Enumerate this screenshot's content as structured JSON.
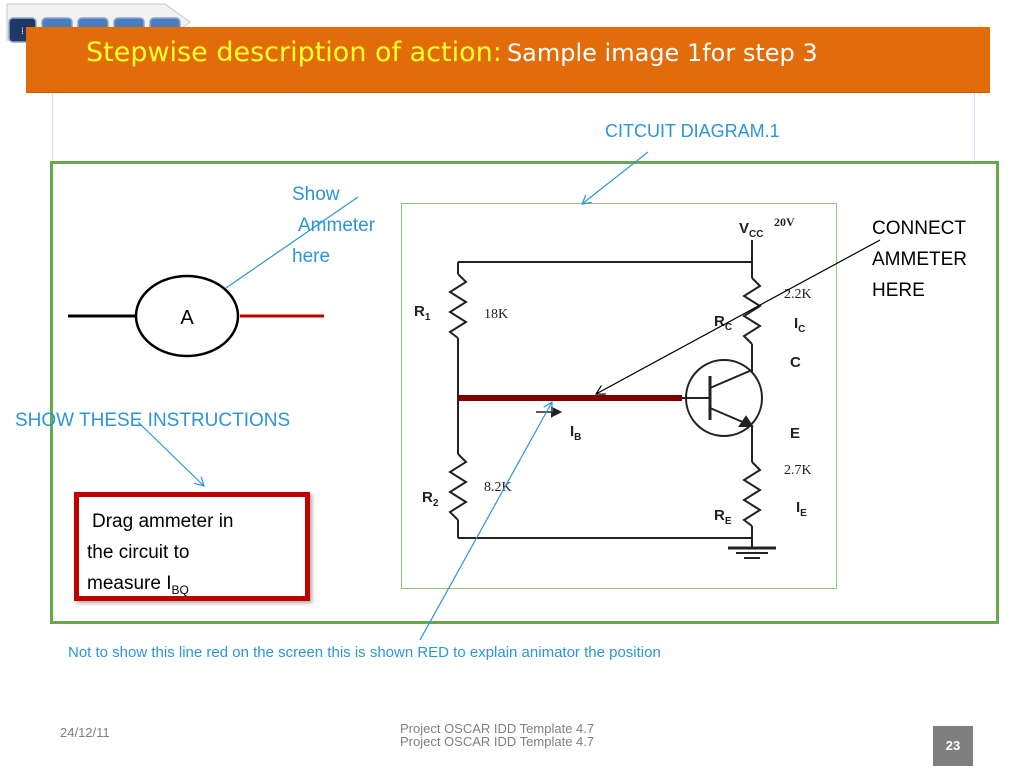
{
  "header": {
    "title_main": "Stepwise description of action:",
    "title_sub": "Sample image 1for step 3",
    "colors": {
      "bar": "#e36c0a",
      "title_main": "#ffff2e",
      "title_sub": "#ffffff"
    }
  },
  "nav_icons": [
    "menu-icon",
    "nav-icon",
    "nav-icon",
    "nav-icon",
    "nav-icon"
  ],
  "labels": {
    "circuit_diagram": "CITCUIT DIAGRAM.1",
    "show_ammeter": [
      "Show",
      "Ammeter",
      "here"
    ],
    "show_instructions": "SHOW THESE INSTRUCTIONS",
    "connect_ammeter": [
      "CONNECT",
      "AMMETER",
      "HERE"
    ],
    "note": "Not to show this line red on the screen this is shown RED to explain animator the position"
  },
  "ammeter": {
    "symbol": "A"
  },
  "instruction_box": {
    "line1": "Drag ammeter in",
    "line2": "the circuit to",
    "line3_main": "measure I",
    "line3_sub": "BQ"
  },
  "circuit": {
    "vcc_main": "V",
    "vcc_sub": "CC",
    "vcc_value": "20V",
    "r1_main": "R",
    "r1_sub": "1",
    "r1_value": "18K",
    "r2_main": "R",
    "r2_sub": "2",
    "r2_value": "8.2K",
    "rc_main": "R",
    "rc_sub": "C",
    "rc_value": "2.2K",
    "re_main": "R",
    "re_sub": "E",
    "re_value": "2.7K",
    "ic_main": "I",
    "ic_sub": "C",
    "ie_main": "I",
    "ie_sub": "E",
    "ib_main": "I",
    "ib_sub": "B",
    "collector": "C",
    "emitter": "E"
  },
  "footer": {
    "date": "24/12/11",
    "project_line1": "Project OSCAR IDD Template 4.7",
    "project_line2": "Project OSCAR IDD Template 4.7",
    "page": "23"
  },
  "colors": {
    "blue_text": "#2b95d6",
    "green_border": "#6aa84f",
    "red_border": "#c00000",
    "highlight_line": "#7f0000"
  }
}
